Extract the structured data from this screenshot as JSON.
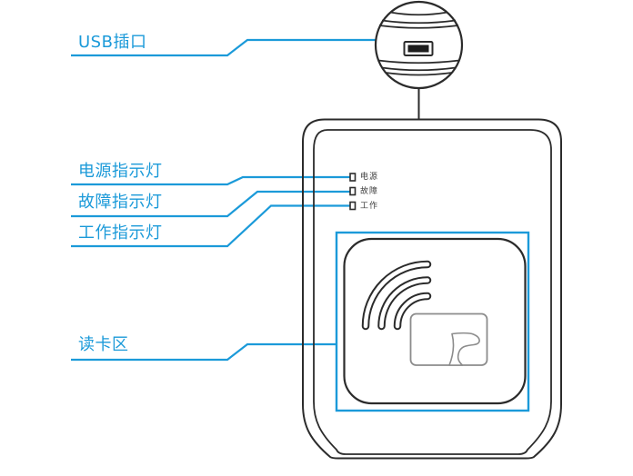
{
  "callouts": [
    {
      "id": "usb-port",
      "label": "USB插口"
    },
    {
      "id": "power-indicator",
      "label": "电源指示灯"
    },
    {
      "id": "fault-indicator",
      "label": "故障指示灯"
    },
    {
      "id": "work-indicator",
      "label": "工作指示灯"
    },
    {
      "id": "card-reading-area",
      "label": "读卡区"
    }
  ],
  "device": {
    "indicator_leds": [
      {
        "label": "电源"
      },
      {
        "label": "故障"
      },
      {
        "label": "工作"
      }
    ]
  },
  "icons": {
    "usb_zoom_circle_icon": "magnifier-circle-with-contour-lines",
    "usb_connector_icon": "rectangle-with-filled-bar",
    "contactless_waves_icon": "three-concentric-quarter-arcs",
    "card_icon": "rounded-rectangle-with-swoosh",
    "led_indicator_icon": "small-outlined-rectangle"
  },
  "colors": {
    "accent_blue": "#1B9AD9",
    "outline_dark": "#2B2B2B",
    "card_outline_gray": "#8C8C8C",
    "led_label_gray": "#3F3F3F",
    "background": "#FFFFFF"
  }
}
